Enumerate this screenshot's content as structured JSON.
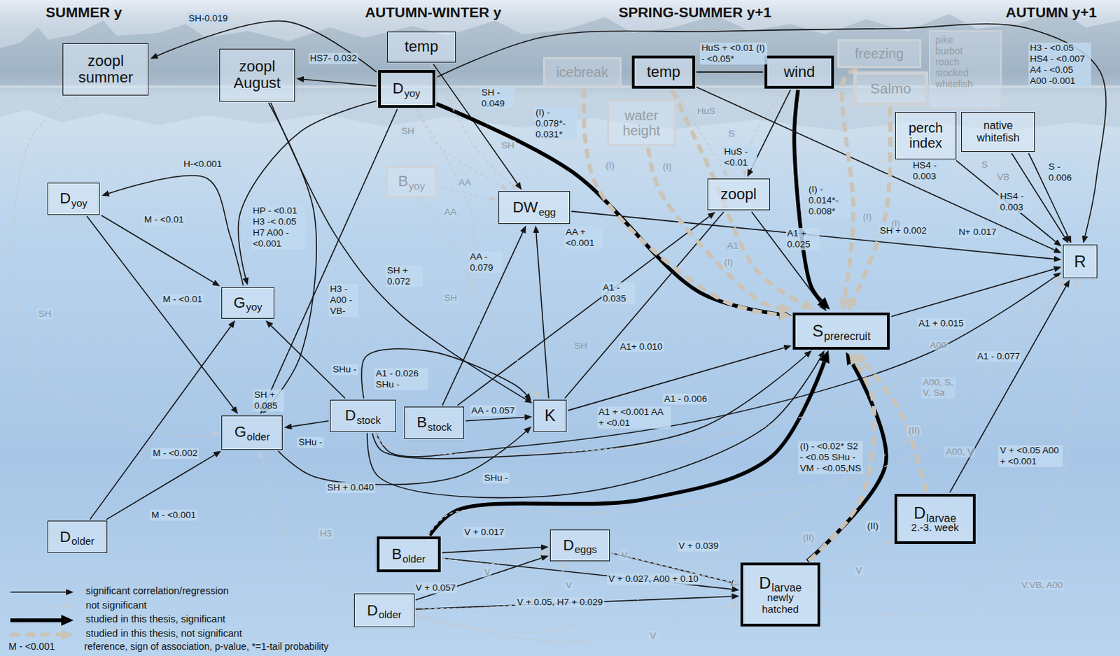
{
  "diagram": {
    "nodes": [
      {
        "text": [
          "zoopl summer"
        ]
      },
      {
        "text": [
          "zoopl August"
        ]
      },
      {
        "text": [
          "temp"
        ]
      },
      {
        "text": [
          "D",
          "yoy"
        ]
      },
      {
        "text": [
          "icebreak"
        ]
      },
      {
        "text": [
          "water height"
        ]
      },
      {
        "text": [
          "temp"
        ]
      },
      {
        "text": [
          "wind"
        ]
      },
      {
        "text": [
          "freezing"
        ]
      },
      {
        "text": [
          "Salmo"
        ]
      },
      {
        "text": [
          "pike burbot roach stocked whitefish"
        ]
      },
      {
        "text": [
          "perch index"
        ]
      },
      {
        "text": [
          "native whitefish"
        ]
      },
      {
        "text": [
          "D",
          "yoy"
        ]
      },
      {
        "text": [
          "B",
          "yoy"
        ]
      },
      {
        "text": [
          "DW",
          "egg"
        ]
      },
      {
        "text": [
          "zoopl"
        ]
      },
      {
        "text": [
          "G",
          "yoy"
        ]
      },
      {
        "text": [
          "S",
          "prerecruit"
        ]
      },
      {
        "text": [
          "R"
        ]
      },
      {
        "text": [
          "G",
          "older"
        ]
      },
      {
        "text": [
          "D",
          "stock"
        ]
      },
      {
        "text": [
          "B",
          "stock"
        ]
      },
      {
        "text": [
          "K"
        ]
      },
      {
        "text": [
          "D",
          "older"
        ]
      },
      {
        "text": [
          "B",
          "older"
        ]
      },
      {
        "text": [
          "D",
          "eggs"
        ]
      },
      {
        "text": [
          "D",
          "larvae",
          "2.-3. week"
        ]
      },
      {
        "text": [
          "D",
          "older"
        ]
      },
      {
        "text": [
          "D",
          "larvae",
          "newly hatched"
        ]
      }
    ],
    "edges": [
      {
        "from": 3,
        "to": 0,
        "arrow": "to",
        "label": "SH-0.019"
      },
      {
        "from": 3,
        "to": 1,
        "arrow": "to",
        "label": "HS7- 0.032"
      },
      {
        "from": 3,
        "to": 19,
        "arrow": "to",
        "label": "H3 - <0.05 HS4 - <0.007 A4 - <0.05 A00 -0.001"
      },
      {
        "from": 2,
        "to": 15,
        "arrow": "to",
        "label": "SH - 0.049"
      },
      {
        "from": 3,
        "to": 18,
        "arrow": "to",
        "label": "(I) - 0.078*- 0.031*"
      },
      {
        "from": 3,
        "to": 17,
        "arrow": "to",
        "label": "HP - <0.01 H3 -< 0.05 H7 A00 - <0.001"
      },
      {
        "from": 3,
        "to": 20,
        "arrow": "to",
        "label": "H3 - A00 - VB-"
      },
      {
        "from": 1,
        "to": 20,
        "arrow": "to",
        "label": "SH + 0.085"
      },
      {
        "from": 1,
        "to": 23,
        "arrow": "to",
        "label": "SH + 0.072"
      },
      {
        "from": 13,
        "to": 17,
        "arrow": "to",
        "label": "M - <0.01"
      },
      {
        "from": 13,
        "to": 20,
        "arrow": "to",
        "label": "M - <0.01"
      },
      {
        "from": 17,
        "to": 13,
        "arrow": "to",
        "label": "H-<0.001"
      },
      {
        "from": 24,
        "to": 17,
        "arrow": "to",
        "label": "M - <0.002"
      },
      {
        "from": 24,
        "to": 20,
        "arrow": "to",
        "label": "M - <0.001"
      },
      {
        "from": 21,
        "to": 17,
        "arrow": "to",
        "label": "SHu -"
      },
      {
        "from": 21,
        "to": 20,
        "arrow": "to",
        "label": "SHu -"
      },
      {
        "from": 21,
        "to": 23,
        "arrow": "to",
        "label": "A1 - 0.026 SHu -"
      },
      {
        "from": 21,
        "to": 18,
        "arrow": "to",
        "label": "A1 - 0.006"
      },
      {
        "from": 21,
        "to": 18,
        "arrow": "to",
        "label": "SHu -"
      },
      {
        "from": 21,
        "to": 19,
        "arrow": "to",
        "label": "A1 - 0.077"
      },
      {
        "from": 20,
        "to": 23,
        "arrow": "to",
        "label": "SH + 0.040"
      },
      {
        "from": 22,
        "to": 23,
        "arrow": "to",
        "label": "AA - 0.057"
      },
      {
        "from": 22,
        "to": 15,
        "arrow": "to",
        "label": "AA - 0.079"
      },
      {
        "from": 22,
        "to": 16,
        "arrow": "to",
        "label": "A1 - 0.035"
      },
      {
        "from": 23,
        "to": 15,
        "arrow": "to",
        "label": "AA + <0.001"
      },
      {
        "from": 23,
        "to": 18,
        "arrow": "to",
        "label": "A1 + <0.001 AA + <0.01"
      },
      {
        "from": 16,
        "to": 23,
        "arrow": "none",
        "label": "A1+ 0.010"
      },
      {
        "from": 16,
        "to": 18,
        "arrow": "to",
        "label": "A1 + 0.025"
      },
      {
        "from": 7,
        "to": 16,
        "arrow": "to",
        "label": "HuS - <0.01"
      },
      {
        "from": 6,
        "to": 7,
        "arrow": "none",
        "label": "HuS + <0.01 (I) - <0.05*"
      },
      {
        "from": 7,
        "to": 18,
        "arrow": "to",
        "label": "(I) - 0.014*- 0.008*"
      },
      {
        "from": 6,
        "to": 19,
        "arrow": "to",
        "label": "HS4 - 0.003"
      },
      {
        "from": 11,
        "to": 19,
        "arrow": "to",
        "label": "N+ 0.017"
      },
      {
        "from": 12,
        "to": 19,
        "arrow": "to",
        "label": "HS4 - 0.003"
      },
      {
        "from": 12,
        "to": 19,
        "arrow": "to",
        "label": "S - 0.006"
      },
      {
        "from": 15,
        "to": 19,
        "arrow": "to",
        "label": "SH + 0.002"
      },
      {
        "from": 18,
        "to": 19,
        "arrow": "to",
        "label": "A1 + 0.015"
      },
      {
        "from": 25,
        "to": 18,
        "arrow": "to",
        "label": "(I) - <0.02* S2 - <0.05 SHu - VM - <0.05,NS"
      },
      {
        "from": 25,
        "to": 26,
        "arrow": "to",
        "label": "V + 0.017"
      },
      {
        "from": 25,
        "to": 29,
        "arrow": "to",
        "label": "V + 0.027, A00 + 0.10"
      },
      {
        "from": 28,
        "to": 26,
        "arrow": "to",
        "label": "V + 0.057"
      },
      {
        "from": 28,
        "to": 29,
        "arrow": "to",
        "label": "V + 0.05, H7 + 0.029"
      },
      {
        "from": 26,
        "to": 29,
        "arrow": "to",
        "label": "V + 0.039"
      },
      {
        "from": 29,
        "to": 18,
        "arrow": "to",
        "label": "(II)"
      },
      {
        "from": 27,
        "to": 19,
        "arrow": "to",
        "label": "V + <0.05 A00 + <0.001"
      },
      {
        "from": 4,
        "to": 18,
        "arrow": "to",
        "label": "(I)"
      },
      {
        "from": 5,
        "to": 18,
        "arrow": "to",
        "label": "(I)"
      },
      {
        "from": 8,
        "to": 18,
        "arrow": "to",
        "label": "(I)"
      },
      {
        "from": 9,
        "to": 18,
        "arrow": "to",
        "label": "(I)"
      },
      {
        "from": 6,
        "to": 18,
        "arrow": "to",
        "label": "(I)"
      },
      {
        "from": 27,
        "to": 18,
        "arrow": "to",
        "label": "(II)"
      },
      {
        "from": 29,
        "to": 18,
        "arrow": "to",
        "label": "(II)"
      },
      {
        "from": 29,
        "to": 27,
        "arrow": "to",
        "label": "V"
      },
      {
        "from": 0,
        "to": 20,
        "arrow": "to",
        "label": "SH"
      },
      {
        "from": 3,
        "to": 15,
        "arrow": "to",
        "label": "SH"
      },
      {
        "from": 3,
        "to": 23,
        "arrow": "to",
        "label": "SH"
      },
      {
        "from": 2,
        "to": 15,
        "arrow": "to",
        "label": "SH"
      },
      {
        "from": 14,
        "to": 15,
        "arrow": "to",
        "label": "AA"
      },
      {
        "from": 14,
        "to": 23,
        "arrow": "to",
        "label": "AA"
      },
      {
        "from": 28,
        "to": 20,
        "arrow": "to",
        "label": "H3"
      },
      {
        "from": 29,
        "to": 19,
        "arrow": "to",
        "label": "V,VB, A00"
      },
      {
        "from": 25,
        "to": 19,
        "arrow": "to",
        "label": "A00, V"
      },
      {
        "from": 28,
        "to": 19,
        "arrow": "to",
        "label": "A00, S, V, Sa"
      },
      {
        "from": 21,
        "to": 19,
        "arrow": "to",
        "label": "A00"
      },
      {
        "from": 6,
        "to": 16,
        "arrow": "to",
        "label": "HuS"
      },
      {
        "from": 7,
        "to": 16,
        "arrow": "to",
        "label": "S"
      },
      {
        "from": 25,
        "to": 26,
        "arrow": "to",
        "label": "V"
      },
      {
        "from": 28,
        "to": 26,
        "arrow": "to",
        "label": "V"
      },
      {
        "from": 26,
        "to": 29,
        "arrow": "to",
        "label": "V"
      },
      {
        "from": 28,
        "to": 29,
        "arrow": "to",
        "label": "V"
      }
    ],
    "labels": [
      "SUMMER y",
      "AUTUMN-WINTER y",
      "SPRING-SUMMER y+1",
      "AUTUMN y+1",
      "A1",
      "SH",
      "S",
      "VB",
      "M - <0.001",
      "reference, sign of association, p-value, *=1-tail probability"
    ],
    "legend": [
      {
        "text": "significant correlation/regression"
      },
      {
        "text": "not significant"
      },
      {
        "text": "studied in this thesis, significant"
      },
      {
        "text": "studied in this thesis, not significant"
      }
    ]
  }
}
